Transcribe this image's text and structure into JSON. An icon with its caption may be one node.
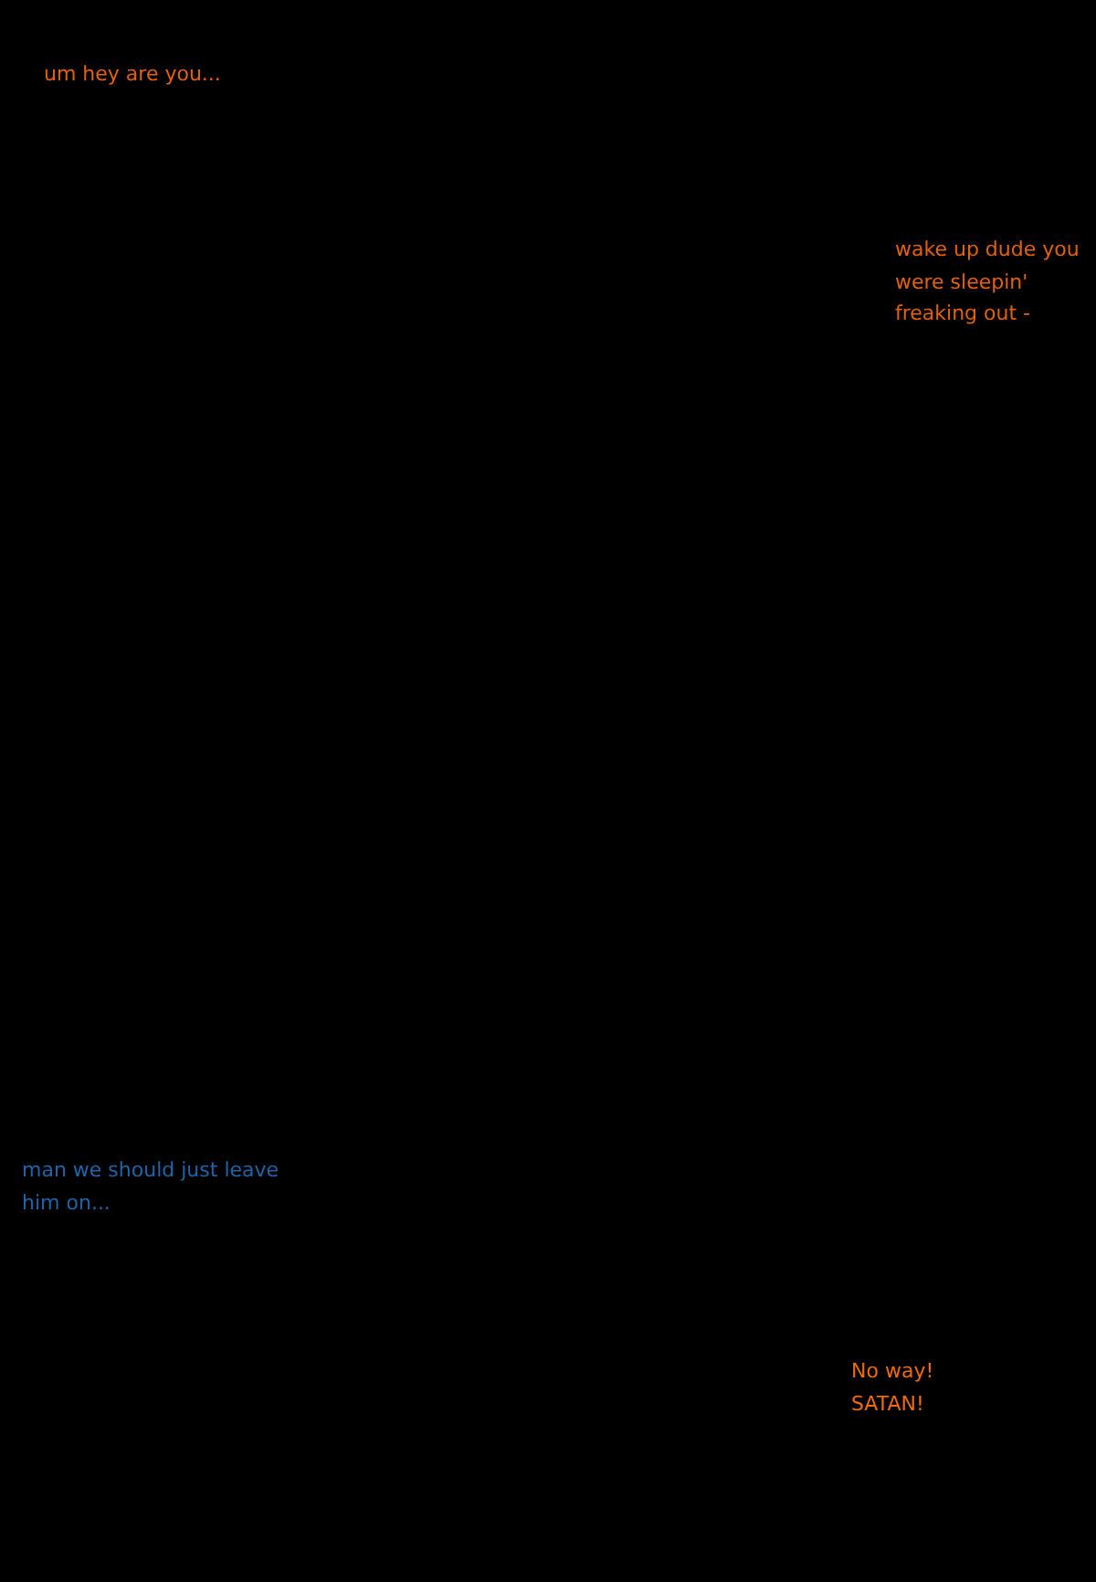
{
  "diagram": {
    "labels": [
      "um hey are you...",
      "wake up dude you were sleepin' freaking out -",
      "man we should just leave him on...",
      "No way! SATAN!"
    ]
  }
}
